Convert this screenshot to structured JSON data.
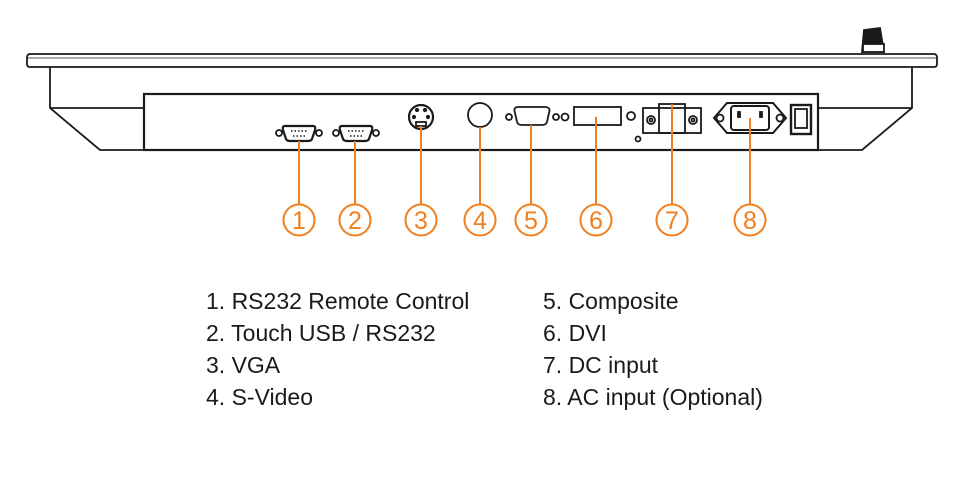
{
  "colors": {
    "callout": "#F07F1E",
    "line": "#1a1a1a"
  },
  "callouts": [
    "1",
    "2",
    "3",
    "4",
    "5",
    "6",
    "7",
    "8"
  ],
  "legend": {
    "left": [
      "1. RS232 Remote Control",
      "2. Touch USB / RS232",
      "3. VGA",
      "4. S-Video"
    ],
    "right": [
      "5. Composite",
      "6. DVI",
      "7. DC input",
      "8. AC input (Optional)"
    ]
  }
}
